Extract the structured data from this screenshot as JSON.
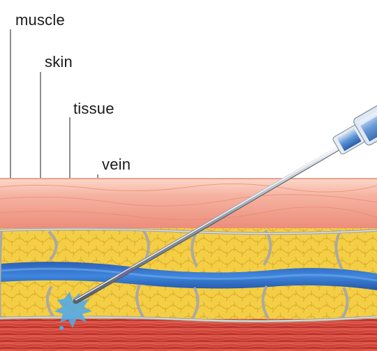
{
  "labels": {
    "muscle": "muscle",
    "skin": "skin",
    "tissue": "tissue",
    "vein": "vein"
  },
  "colors": {
    "skin_surface": "#f8c9b8",
    "skin_layer": "#f3a08c",
    "fat_tissue": "#f2c94c",
    "septa": "#b7b7b0",
    "vein": "#2f6fc9",
    "muscle": "#d8453a",
    "syringe": "#3c7fd0",
    "needle": "#9aa3ad"
  },
  "icons": {
    "needle": "syringe-needle-icon",
    "blood_splash": "blood-leak-icon"
  }
}
